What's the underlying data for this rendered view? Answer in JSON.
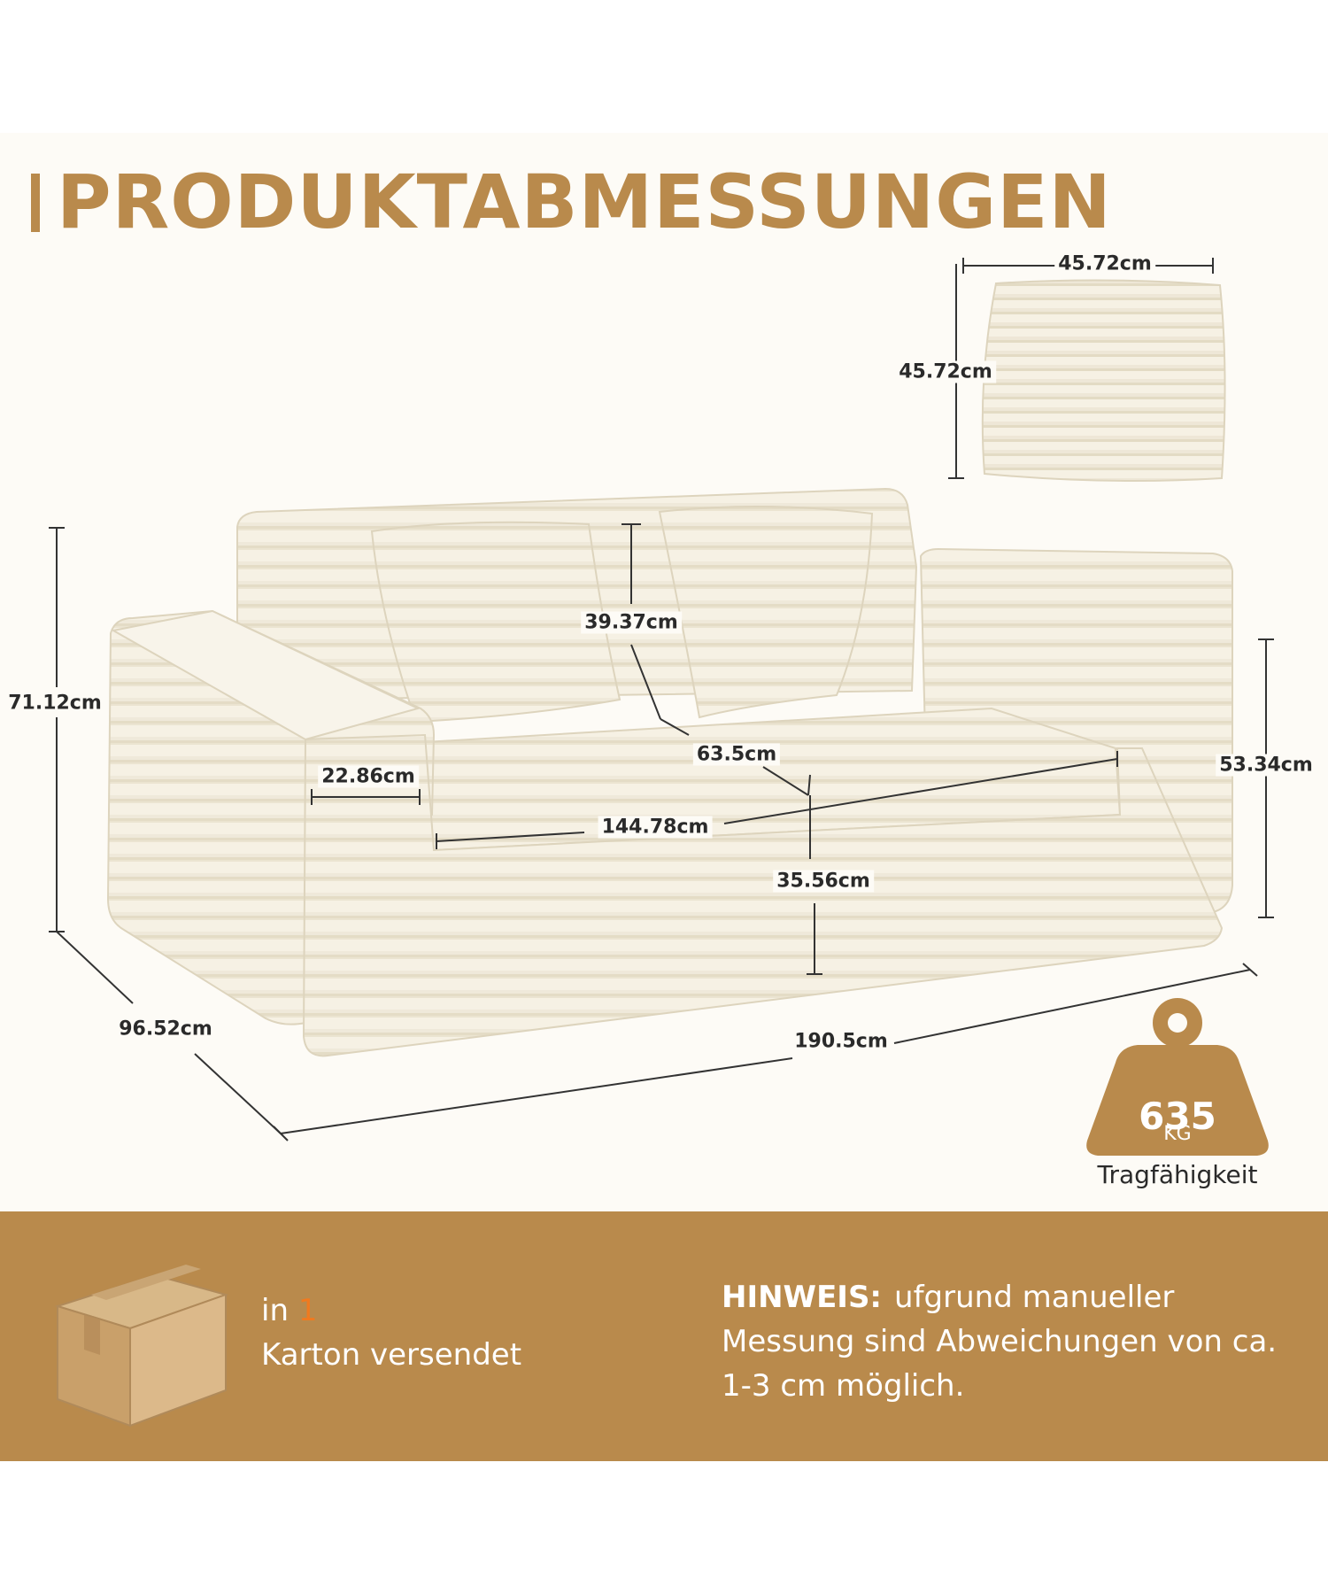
{
  "title": "PRODUKTABMESSUNGEN",
  "dimensions": {
    "pillow_width": "45.72cm",
    "pillow_height": "45.72cm",
    "back_height": "39.37cm",
    "total_height": "71.12cm",
    "seat_depth": "63.5cm",
    "arm_height": "53.34cm",
    "arm_width": "22.86cm",
    "seat_width": "144.78cm",
    "seat_height": "35.56cm",
    "depth": "96.52cm",
    "width": "190.5cm"
  },
  "weight": {
    "value": "635",
    "unit": "KG",
    "label": "Tragfähigkeit"
  },
  "shipping": {
    "prefix": "in",
    "count": "1",
    "text": "Karton versendet"
  },
  "note": {
    "label": "HINWEIS:",
    "text": "ufgrund manueller Messung sind Abweichungen von ca. 1-3 cm möglich."
  },
  "colors": {
    "accent": "#b98a4c",
    "highlight": "#f07a1f",
    "sofa": "#f4efe2"
  }
}
